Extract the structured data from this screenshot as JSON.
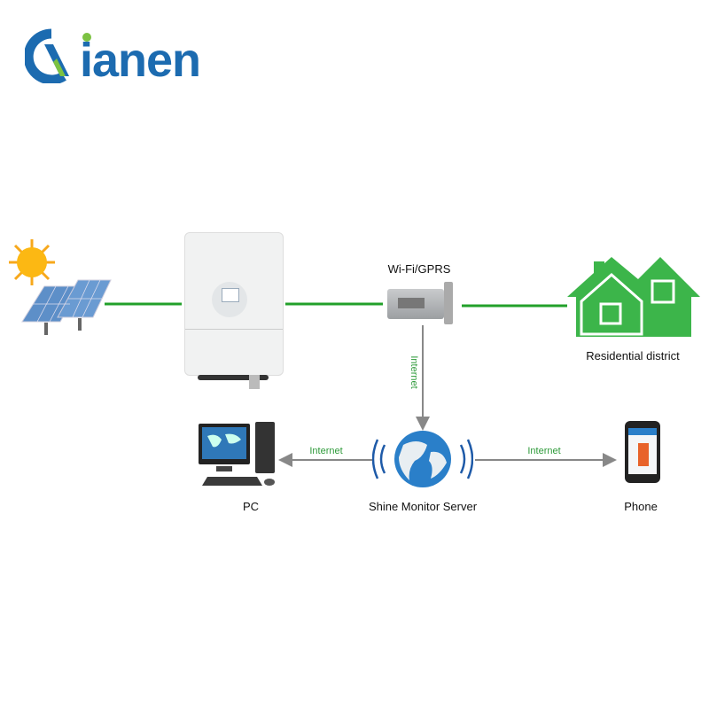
{
  "logo": {
    "text": "Qianen",
    "brand_color": "#1c6bb0",
    "accent_color": "#7cc242"
  },
  "nodes": {
    "wifi": "Wi-Fi/GPRS",
    "residential": "Residential district",
    "pc": "PC",
    "server": "Shine Monitor Server",
    "phone": "Phone"
  },
  "links": {
    "internet_down": "Internet",
    "internet_left": "Internet",
    "internet_right": "Internet"
  },
  "colors": {
    "power_line": "#22a02a",
    "data_line": "#888888",
    "house": "#3cb54a",
    "label_green": "#2e9a3a"
  }
}
